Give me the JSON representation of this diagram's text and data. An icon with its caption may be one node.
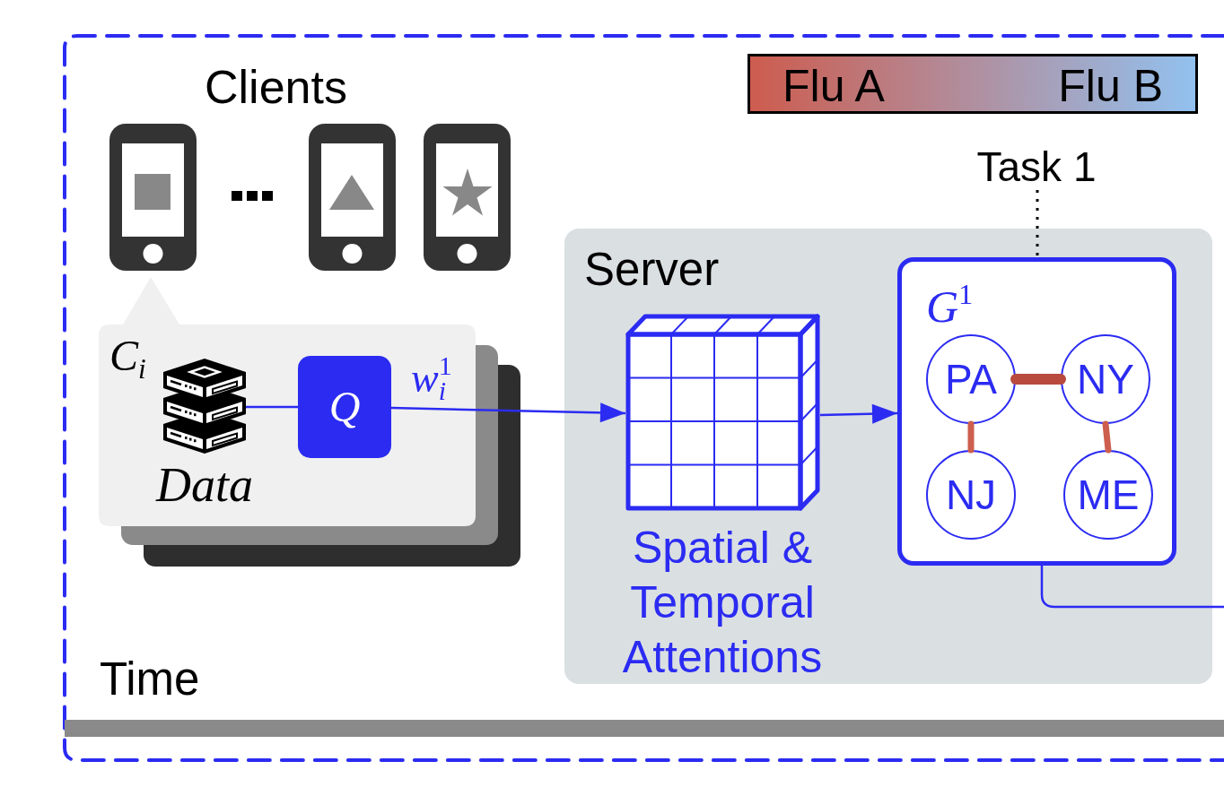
{
  "diagram": {
    "nodes": [
      {
        "text": [],
        "shape": "box"
      },
      {
        "text": [
          "C$_{i}$"
        ],
        "in": 0
      },
      {
        "text": [],
        "shape": "picture",
        "beside": [
          "Data"
        ],
        "in": 1
      },
      {
        "text": [
          "Q"
        ],
        "in": 1
      },
      {
        "text": [
          "Task 1"
        ],
        "in": 0
      },
      {
        "text": [
          "Server"
        ],
        "in": 0
      },
      {
        "text": [],
        "shape": "picture",
        "beside": [
          "Spatial & Temporal Attentions"
        ],
        "in": 5
      },
      {
        "text": [
          "G$^{1}$"
        ],
        "in": 5
      },
      {
        "text": [
          "PA"
        ],
        "in": 7
      },
      {
        "text": [
          "NY"
        ],
        "in": 7
      },
      {
        "text": [
          "NJ"
        ],
        "in": 7
      },
      {
        "text": [
          "ME"
        ],
        "in": 7
      },
      {
        "text": [],
        "shape": "bar",
        "beside": [
          "Time"
        ],
        "in": 0
      }
    ],
    "edges": [
      {
        "from": 2,
        "to": 3,
        "arrow": "none"
      },
      {
        "from": 3,
        "to": 6,
        "arrow": "to",
        "label": "w$_{i}$$^{1}$"
      },
      {
        "from": 6,
        "to": 7,
        "arrow": "to"
      },
      {
        "from": 8,
        "to": 9,
        "arrow": "none",
        "style": "thick",
        "color": "#b84a3e"
      },
      {
        "from": 8,
        "to": 10,
        "arrow": "none",
        "style": "thick",
        "color": "#cd5f4f"
      },
      {
        "from": 9,
        "to": 11,
        "arrow": "none",
        "style": "thick",
        "color": "#cd5f4f"
      },
      {
        "from": 4,
        "to": 7,
        "arrow": "none",
        "style": "dashed",
        "color": "#000000"
      },
      {
        "from": 7,
        "to": null,
        "arrow": "none"
      }
    ],
    "labels": [
      "Clients"
    ],
    "legend": [
      {
        "text": "Flu A",
        "color": "#cd5c4e"
      },
      {
        "text": "Flu B",
        "color": "#92c1ef"
      }
    ]
  }
}
